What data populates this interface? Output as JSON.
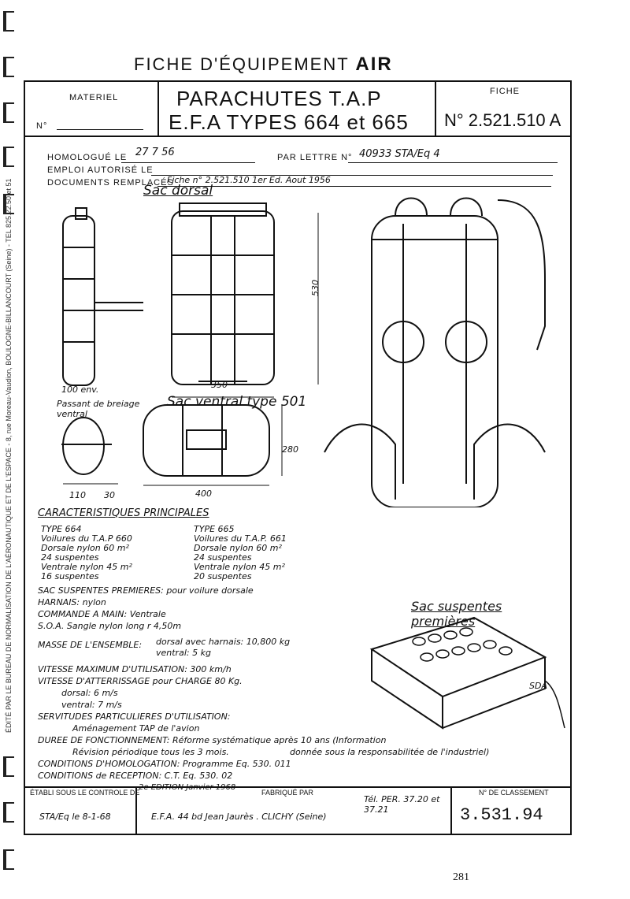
{
  "header": {
    "title_prefix": "FICHE D'ÉQUIPEMENT",
    "title_air": "AIR"
  },
  "top_box": {
    "materiel_label": "MATERIEL",
    "no_label": "N°",
    "name_line1": "PARACHUTES T.A.P",
    "name_line2": "E.F.A TYPES 664 et 665",
    "fiche_label": "FICHE",
    "fiche_number": "N° 2.521.510 A"
  },
  "approval": {
    "homologue_label": "HOMOLOGUÉ LE",
    "homologue_value": "27  7  56",
    "par_lettre_label": "PAR LETTRE N°",
    "par_lettre_value": "40933   STA/Eq 4",
    "emploi_label": "EMPLOI AUTORISÉ LE",
    "documents_label": "DOCUMENTS REMPLACÉS",
    "documents_value": "Fiche n° 2.521.510 1er Ed. Aout 1956"
  },
  "drawings": {
    "sac_dorsal": "Sac dorsal",
    "dim_530": "530",
    "dim_350": "350",
    "dim_100": "100 env.",
    "passant": "Passant de breiage ventral",
    "sac_ventral": "Sac ventral type 501",
    "dim_280": "280",
    "dim_110": "110",
    "dim_30": "30",
    "dim_400": "400",
    "sac_suspentes": "Sac suspentes premières",
    "sda": "SDA"
  },
  "characteristics": {
    "heading": "CARACTERISTIQUES PRINCIPALES",
    "type664": [
      "TYPE 664",
      "Voilures du T.A.P 660",
      "Dorsale nylon 60 m²",
      "24 suspentes",
      "Ventrale nylon 45 m²",
      "16 suspentes"
    ],
    "type665": [
      "TYPE 665",
      "Voilures du T.A.P. 661",
      "Dorsale nylon 60 m²",
      "24 suspentes",
      "Ventrale nylon 45 m²",
      "20 suspentes"
    ]
  },
  "specs": {
    "sac_suspentes": "SAC SUSPENTES PREMIERES: pour voilure dorsale",
    "harnais": "HARNAIS: nylon",
    "commande": "COMMANDE A MAIN: Ventrale",
    "soa": "S.O.A. Sangle nylon long r 4,50m",
    "masse_label": "MASSE DE L'ENSEMBLE:",
    "masse_dorsal": "dorsal avec harnais: 10,800 kg",
    "masse_ventral": "ventral: 5 kg",
    "vitesse_max": "VITESSE MAXIMUM D'UTILISATION: 300 km/h",
    "vitesse_att": "VITESSE D'ATTERRISSAGE pour CHARGE 80 Kg.",
    "att_dorsal": "dorsal: 6 m/s",
    "att_ventral": "ventral: 7 m/s",
    "servitudes": "SERVITUDES PARTICULIERES D'UTILISATION:",
    "servitudes_value": "Aménagement TAP de l'avion",
    "duree": "DUREE DE FONCTIONNEMENT: Réforme systématique après 10 ans (Information",
    "duree_2": "donnée sous la responsabilitée de l'industriel)",
    "revision": "Révision périodique tous les 3 mois.",
    "conditions_homol": "CONDITIONS D'HOMOLOGATION: Programme Eq. 530. 011",
    "conditions_recep": "CONDITIONS de RECEPTION: C.T. Eq. 530. 02",
    "edition": "2e EDITION Janvier 1968"
  },
  "footer": {
    "etabli_label": "ÉTABLI SOUS LE CONTROLE DE",
    "etabli_value": "STA/Eq le 8-1-68",
    "fabrique_label": "FABRIQUÉ PAR",
    "fabrique_value": "E.F.A. 44 bd Jean Jaurès . CLICHY (Seine)",
    "tel": "Tél. PER. 37.20 et 37.21",
    "classement_label": "N° DE CLASSEMENT",
    "classement_value": "3.531.94"
  },
  "side_text": "ÉDITÉ PAR LE BUREAU DE NORMALISATION DE L'AÉRONAUTIQUE ET DE L'ESPACE - 8, rue Moreau-Vaudion, BOULOGNE-BILLANCOURT (Seine) - TEL 825.22.50 et 51",
  "page_number": "281"
}
